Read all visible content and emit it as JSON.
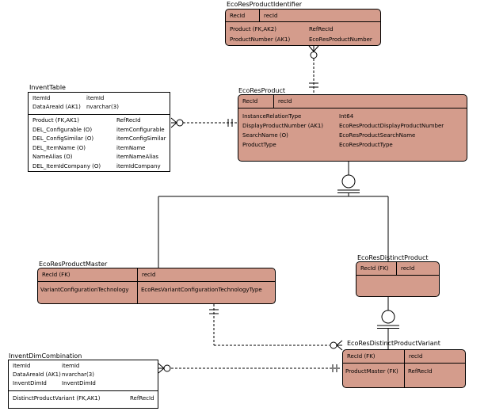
{
  "colors": {
    "entity-fill": "#d49c8c",
    "entity-border": "#000000",
    "table-fill": "#ffffff",
    "line": "#000000"
  },
  "entities": {
    "identifier": {
      "title": "EcoResProductIdentifier",
      "key": {
        "name": "RecId",
        "type": "recId"
      },
      "attrs": [
        {
          "name": "Product (FK,AK2)",
          "type": "RefRecId"
        },
        {
          "name": "ProductNumber (AK1)",
          "type": "EcoResProductNumber"
        }
      ]
    },
    "product": {
      "title": "EcoResProduct",
      "key": {
        "name": "RecId",
        "type": "recId"
      },
      "attrs": [
        {
          "name": "InstanceRelationType",
          "type": "Int64"
        },
        {
          "name": "DisplayProductNumber (AK1)",
          "type": "EcoResProductDisplayProductNumber"
        },
        {
          "name": "SearchName (O)",
          "type": "EcoResProductSearchName"
        },
        {
          "name": "ProductType",
          "type": "EcoResProductType"
        }
      ]
    },
    "inventTable": {
      "title": "InventTable",
      "keys": [
        {
          "name": "ItemId",
          "type": "itemId"
        },
        {
          "name": "DataAreaId (AK1)",
          "type": "nvarchar(3)"
        }
      ],
      "attrs": [
        {
          "name": "Product (FK,AK1)",
          "type": "RefRecId"
        },
        {
          "name": "DEL_Configurable (O)",
          "type": "itemConfigurable"
        },
        {
          "name": "DEL_ConfigSimilar (O)",
          "type": "itemConfigSimilar"
        },
        {
          "name": "DEL_ItemName (O)",
          "type": "itemName"
        },
        {
          "name": "NameAlias (O)",
          "type": "itemNameAlias"
        },
        {
          "name": "DEL_ItemIdCompany (O)",
          "type": "itemIdCompany"
        }
      ]
    },
    "master": {
      "title": "EcoResProductMaster",
      "key": {
        "name": "RecId (FK)",
        "type": "recId"
      },
      "attrs": [
        {
          "name": "VariantConfigurationTechnology",
          "type": "EcoResVariantConfigurationTechnologyType"
        }
      ]
    },
    "distinct": {
      "title": "EcoResDistinctProduct",
      "key": {
        "name": "RecId (FK)",
        "type": "recId"
      },
      "attrs": []
    },
    "variant": {
      "title": "EcoResDistinctProductVariant",
      "key": {
        "name": "RecId (FK)",
        "type": "recId"
      },
      "attrs": [
        {
          "name": "ProductMaster (FK)",
          "type": "RefRecId"
        }
      ]
    },
    "dimCombination": {
      "title": "InventDimCombination",
      "keys": [
        {
          "name": "ItemId",
          "type": "itemId"
        },
        {
          "name": "DataAreaId (AK1)",
          "type": "nvarchar(3)"
        },
        {
          "name": "InventDimId",
          "type": "InventDimId"
        }
      ],
      "attrs": [
        {
          "name": "DistinctProductVariant (FK,AK1)",
          "type": "RefRecId"
        }
      ]
    }
  }
}
